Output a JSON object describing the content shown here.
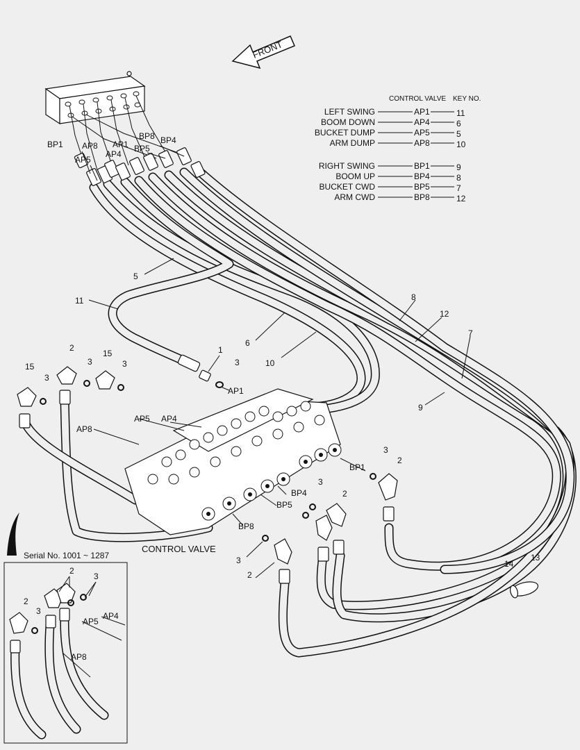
{
  "front_label": "FRONT",
  "table": {
    "header_valve": "CONTROL VALVE",
    "header_key": "KEY NO.",
    "rows": [
      {
        "name": "LEFT SWING",
        "port": "AP1",
        "key": "11"
      },
      {
        "name": "BOOM DOWN",
        "port": "AP4",
        "key": "6"
      },
      {
        "name": "BUCKET DUMP",
        "port": "AP5",
        "key": "5"
      },
      {
        "name": "ARM DUMP",
        "port": "AP8",
        "key": "10"
      },
      {
        "name": "RIGHT SWING",
        "port": "BP1",
        "key": "9"
      },
      {
        "name": "BOOM UP",
        "port": "BP4",
        "key": "8"
      },
      {
        "name": "BUCKET CWD",
        "port": "BP5",
        "key": "7"
      },
      {
        "name": "ARM CWD",
        "port": "BP8",
        "key": "12"
      }
    ]
  },
  "port_labels": {
    "bp1": "BP1",
    "ap8": "AP8",
    "ap1": "AP1",
    "bp8": "BP8",
    "bp4": "BP4",
    "ap5": "AP5",
    "ap4": "AP4",
    "bp5": "BP5"
  },
  "key_numbers": {
    "k5": "5",
    "k11": "11",
    "k8": "8",
    "k12": "12",
    "k7": "7",
    "k6": "6",
    "k10": "10",
    "k9": "9",
    "k1": "1",
    "k3": "3",
    "k2": "2",
    "k15": "15",
    "k14": "14",
    "k13": "13"
  },
  "valve_labels": {
    "ap1": "AP1",
    "ap5": "AP5",
    "ap4": "AP4",
    "ap8": "AP8",
    "bp1": "BP1",
    "bp4": "BP4",
    "bp5": "BP5",
    "bp8": "BP8"
  },
  "control_valve_label": "CONTROL VALVE",
  "inset": {
    "serial": "Serial No. 1001 ~ 1287",
    "ap4": "AP4",
    "ap5": "AP5",
    "ap8": "AP8",
    "k2": "2",
    "k3": "3"
  }
}
